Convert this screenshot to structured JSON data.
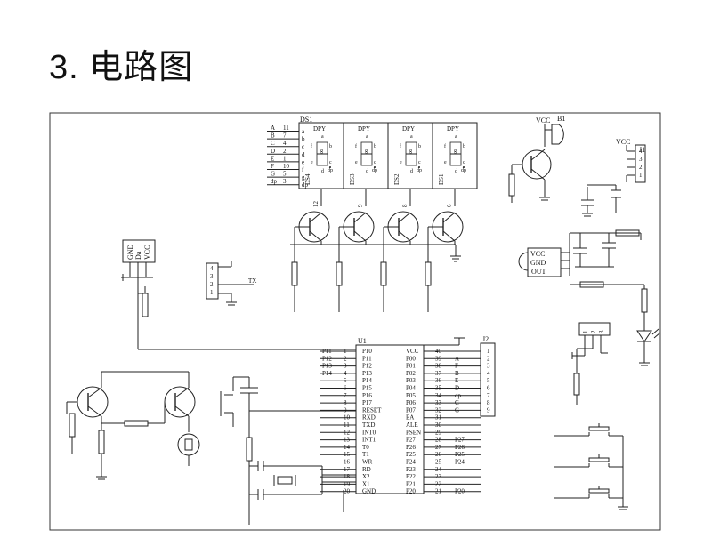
{
  "title": "3. 电路图",
  "display": {
    "ref": "DS1",
    "digit_type": "DPY",
    "segment_pins": [
      "a",
      "b",
      "c",
      "d",
      "e",
      "f",
      "g",
      "dp"
    ],
    "digit_refs": [
      "DS4",
      "DS3",
      "DS2",
      "DS1"
    ],
    "digit_segment_labels": [
      "a",
      "b",
      "c",
      "d",
      "e",
      "f",
      "g",
      "dp"
    ],
    "input_table": [
      {
        "name": "A",
        "pin": "11"
      },
      {
        "name": "B",
        "pin": "7"
      },
      {
        "name": "C",
        "pin": "4"
      },
      {
        "name": "D",
        "pin": "2"
      },
      {
        "name": "E",
        "pin": "1"
      },
      {
        "name": "F",
        "pin": "10"
      },
      {
        "name": "G",
        "pin": "5"
      },
      {
        "name": "dp",
        "pin": "3"
      }
    ],
    "common_pins": [
      "12",
      "9",
      "8",
      "6"
    ]
  },
  "buzzer": {
    "ref": "B1",
    "power": "VCC"
  },
  "header_j1": {
    "ref": "J1",
    "power": "VCC",
    "pins": [
      "4",
      "3",
      "2",
      "1"
    ]
  },
  "temp_sensor": {
    "pins": [
      "GND",
      "Da",
      "VCC"
    ]
  },
  "serial_header": {
    "pins": [
      "4",
      "3",
      "2",
      "1"
    ],
    "signal": "TX"
  },
  "regulator": {
    "pins": [
      "VCC",
      "GND",
      "OUT"
    ]
  },
  "ir_module": {
    "pins": [
      "1",
      "2",
      "3"
    ]
  },
  "mcu": {
    "ref": "U1",
    "left_pins": [
      {
        "num": "1",
        "name": "P10",
        "net": "P11"
      },
      {
        "num": "2",
        "name": "P11",
        "net": "P12"
      },
      {
        "num": "3",
        "name": "P12",
        "net": "P13"
      },
      {
        "num": "4",
        "name": "P13",
        "net": "P14"
      },
      {
        "num": "5",
        "name": "P14",
        "net": ""
      },
      {
        "num": "6",
        "name": "P15",
        "net": ""
      },
      {
        "num": "7",
        "name": "P16",
        "net": ""
      },
      {
        "num": "8",
        "name": "P17",
        "net": ""
      },
      {
        "num": "9",
        "name": "RESET",
        "net": ""
      },
      {
        "num": "10",
        "name": "RXD",
        "net": ""
      },
      {
        "num": "11",
        "name": "TXD",
        "net": ""
      },
      {
        "num": "12",
        "name": "INT0",
        "net": ""
      },
      {
        "num": "13",
        "name": "INT1",
        "net": ""
      },
      {
        "num": "14",
        "name": "T0",
        "net": ""
      },
      {
        "num": "15",
        "name": "T1",
        "net": ""
      },
      {
        "num": "16",
        "name": "WR",
        "net": ""
      },
      {
        "num": "17",
        "name": "RD",
        "net": ""
      },
      {
        "num": "18",
        "name": "X2",
        "net": ""
      },
      {
        "num": "19",
        "name": "X1",
        "net": ""
      },
      {
        "num": "20",
        "name": "GND",
        "net": ""
      }
    ],
    "right_pins": [
      {
        "num": "40",
        "name": "VCC",
        "net": ""
      },
      {
        "num": "39",
        "name": "P00",
        "net": "A"
      },
      {
        "num": "38",
        "name": "P01",
        "net": "F"
      },
      {
        "num": "37",
        "name": "P02",
        "net": "B"
      },
      {
        "num": "36",
        "name": "P03",
        "net": "E"
      },
      {
        "num": "35",
        "name": "P04",
        "net": "D"
      },
      {
        "num": "34",
        "name": "P05",
        "net": "dp"
      },
      {
        "num": "33",
        "name": "P06",
        "net": "C"
      },
      {
        "num": "32",
        "name": "P07",
        "net": "G"
      },
      {
        "num": "31",
        "name": "EA",
        "net": ""
      },
      {
        "num": "30",
        "name": "ALE",
        "net": ""
      },
      {
        "num": "29",
        "name": "PSEN",
        "net": ""
      },
      {
        "num": "28",
        "name": "P27",
        "net": "P27"
      },
      {
        "num": "27",
        "name": "P26",
        "net": "P26"
      },
      {
        "num": "26",
        "name": "P25",
        "net": "P25"
      },
      {
        "num": "25",
        "name": "P24",
        "net": "P24"
      },
      {
        "num": "24",
        "name": "P23",
        "net": ""
      },
      {
        "num": "23",
        "name": "P22",
        "net": ""
      },
      {
        "num": "22",
        "name": "P21",
        "net": ""
      },
      {
        "num": "21",
        "name": "P20",
        "net": "P20"
      }
    ]
  },
  "header_j2": {
    "ref": "J2",
    "pins": [
      "1",
      "2",
      "3",
      "4",
      "5",
      "6",
      "7",
      "8",
      "9"
    ]
  }
}
